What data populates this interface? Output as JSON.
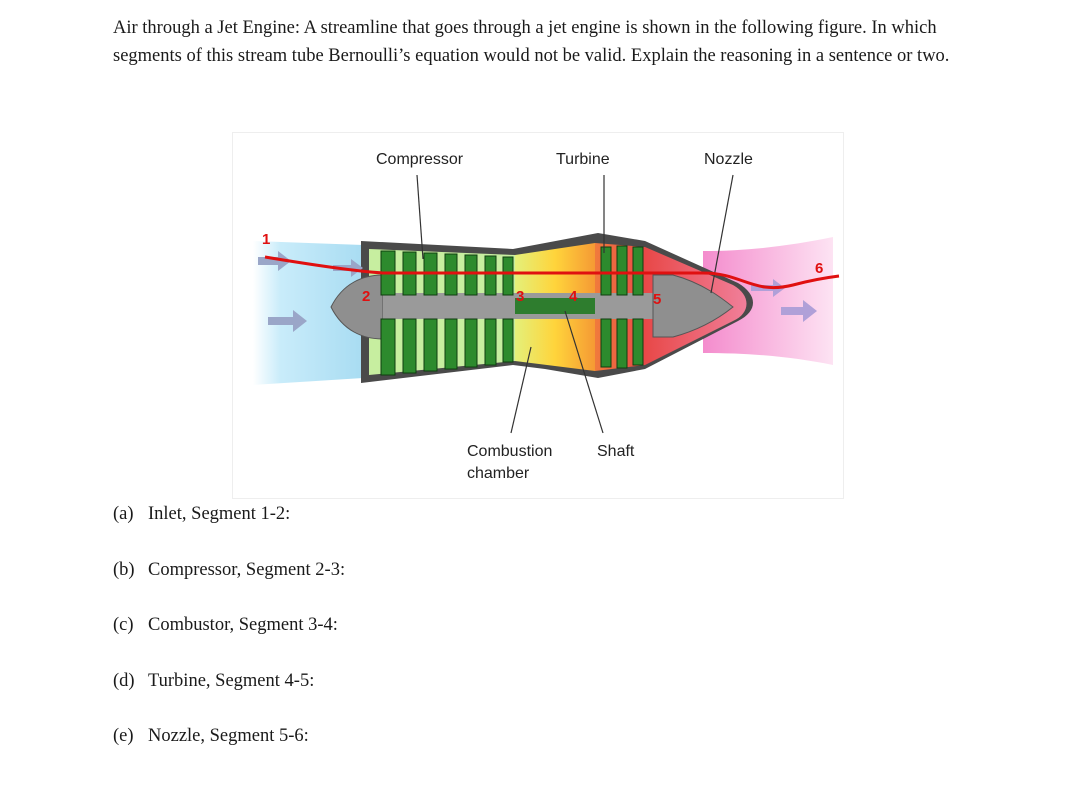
{
  "question": {
    "text": "Air through a Jet Engine: A streamline that goes through a jet engine is shown in the following figure. In which segments of this stream tube Bernoulli’s equation would not be valid. Explain the reasoning in a sentence or two."
  },
  "figure": {
    "labels": {
      "compressor": "Compressor",
      "turbine": "Turbine",
      "nozzle": "Nozzle",
      "combustion_line1": "Combustion",
      "combustion_line2": "chamber",
      "shaft": "Shaft"
    },
    "points": [
      "1",
      "2",
      "3",
      "4",
      "5",
      "6"
    ],
    "colors": {
      "streamline": "#e01010",
      "inlet_air": "#bfe6f7",
      "exhaust": "#f7a6d8",
      "compressor_blades": "#2e8b2e",
      "combustor": "#ffd24a",
      "turbine_section": "#e85050",
      "spinner": "#909090"
    }
  },
  "parts": [
    {
      "tag": "(a)",
      "text": "Inlet, Segment 1-2:"
    },
    {
      "tag": "(b)",
      "text": "Compressor, Segment 2-3:"
    },
    {
      "tag": "(c)",
      "text": "Combustor, Segment 3-4:"
    },
    {
      "tag": "(d)",
      "text": "Turbine, Segment 4-5:"
    },
    {
      "tag": "(e)",
      "text": "Nozzle, Segment 5-6:"
    }
  ]
}
